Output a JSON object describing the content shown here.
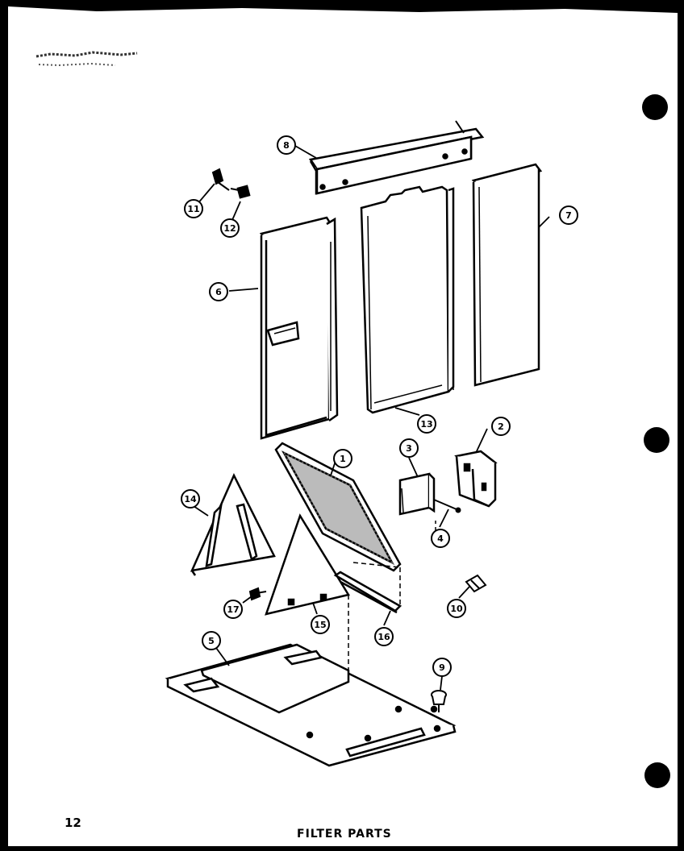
{
  "caption": "FILTER PARTS",
  "page_number": "12",
  "callouts": {
    "c1": "1",
    "c2": "2",
    "c3": "3",
    "c4": "4",
    "c5": "5",
    "c6": "6",
    "c7": "7",
    "c8": "8",
    "c9": "9",
    "c10": "10",
    "c11": "11",
    "c12": "12",
    "c13": "13",
    "c14": "14",
    "c15": "15",
    "c16": "16",
    "c17": "17"
  },
  "colors": {
    "ink": "#000000",
    "paper": "#ffffff"
  }
}
